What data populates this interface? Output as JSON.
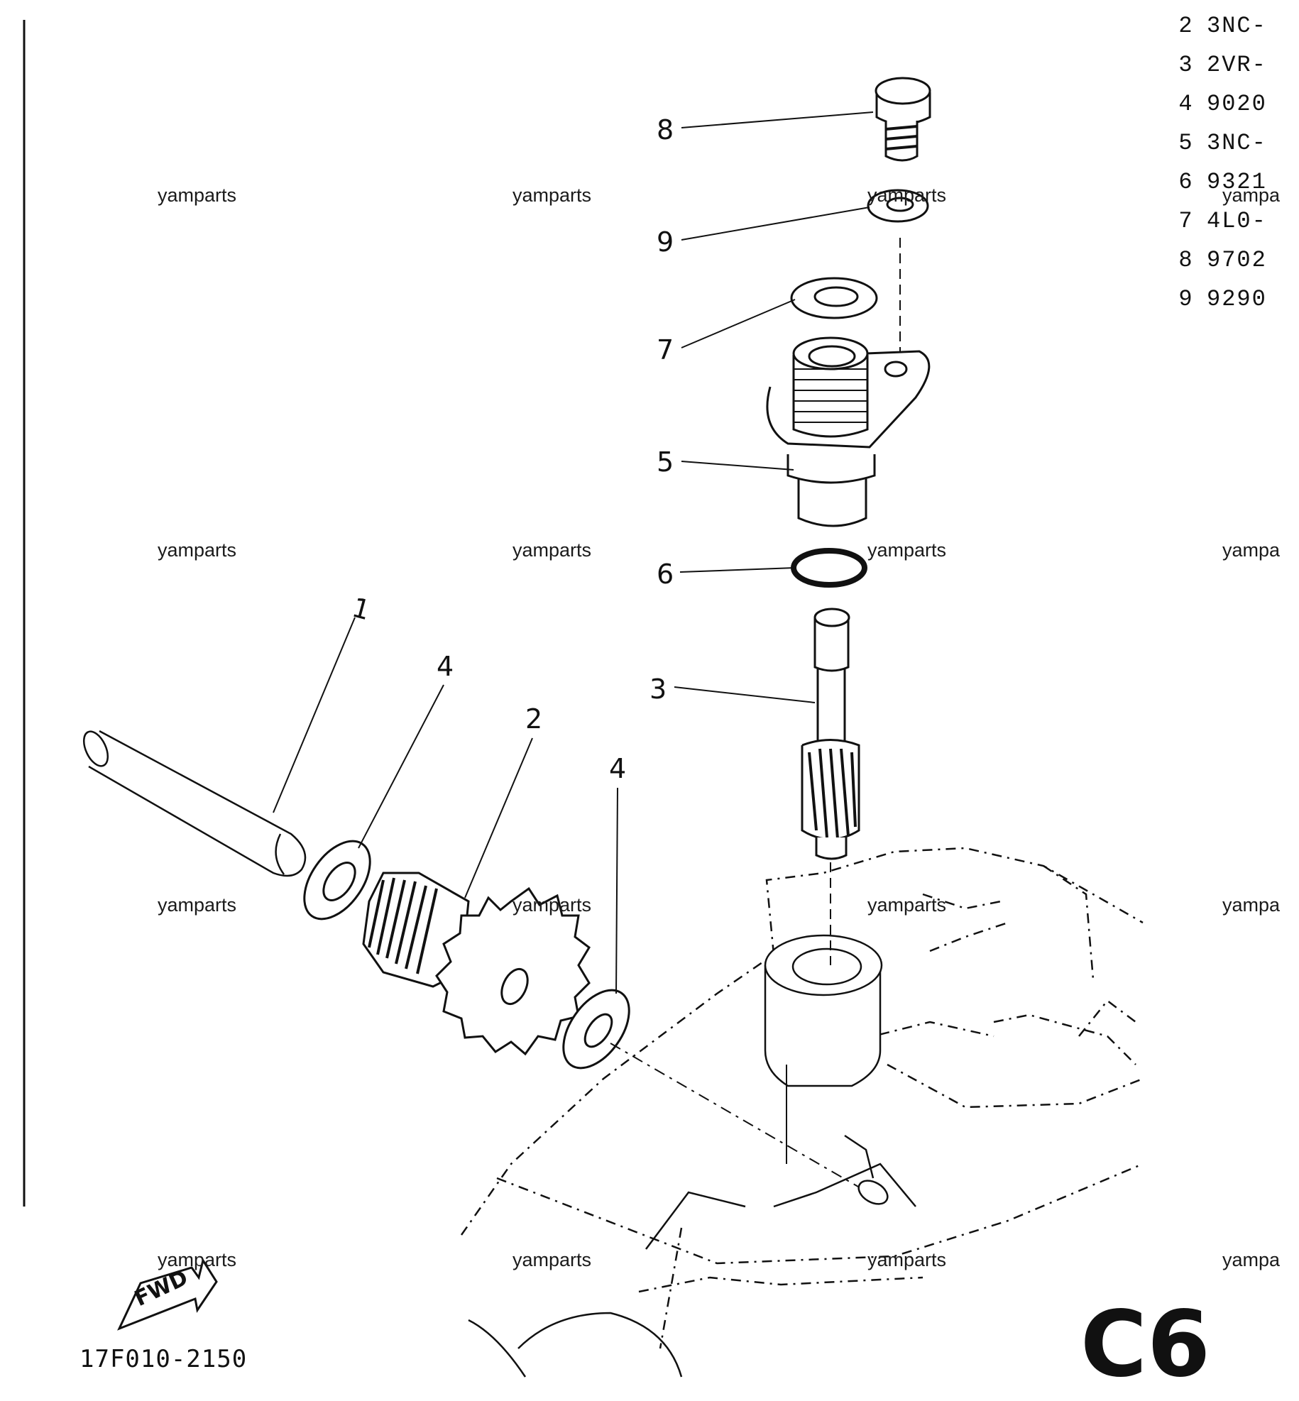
{
  "parts_list": [
    {
      "no": "2",
      "code": "3NC-"
    },
    {
      "no": "3",
      "code": "2VR-"
    },
    {
      "no": "4",
      "code": "9020"
    },
    {
      "no": "5",
      "code": "3NC-"
    },
    {
      "no": "6",
      "code": "9321"
    },
    {
      "no": "7",
      "code": "4L0-"
    },
    {
      "no": "8",
      "code": "9702"
    },
    {
      "no": "9",
      "code": "9290"
    }
  ],
  "callouts": {
    "c1": "1",
    "c2": "2",
    "c3": "3",
    "c4a": "4",
    "c4b": "4",
    "c5": "5",
    "c6": "6",
    "c7": "7",
    "c8": "8",
    "c9": "9"
  },
  "watermark": "yamparts",
  "watermark_cut": "yampa",
  "fwd_label": "FWD",
  "drawing_code": "17F010-2150",
  "page_code": "C6"
}
